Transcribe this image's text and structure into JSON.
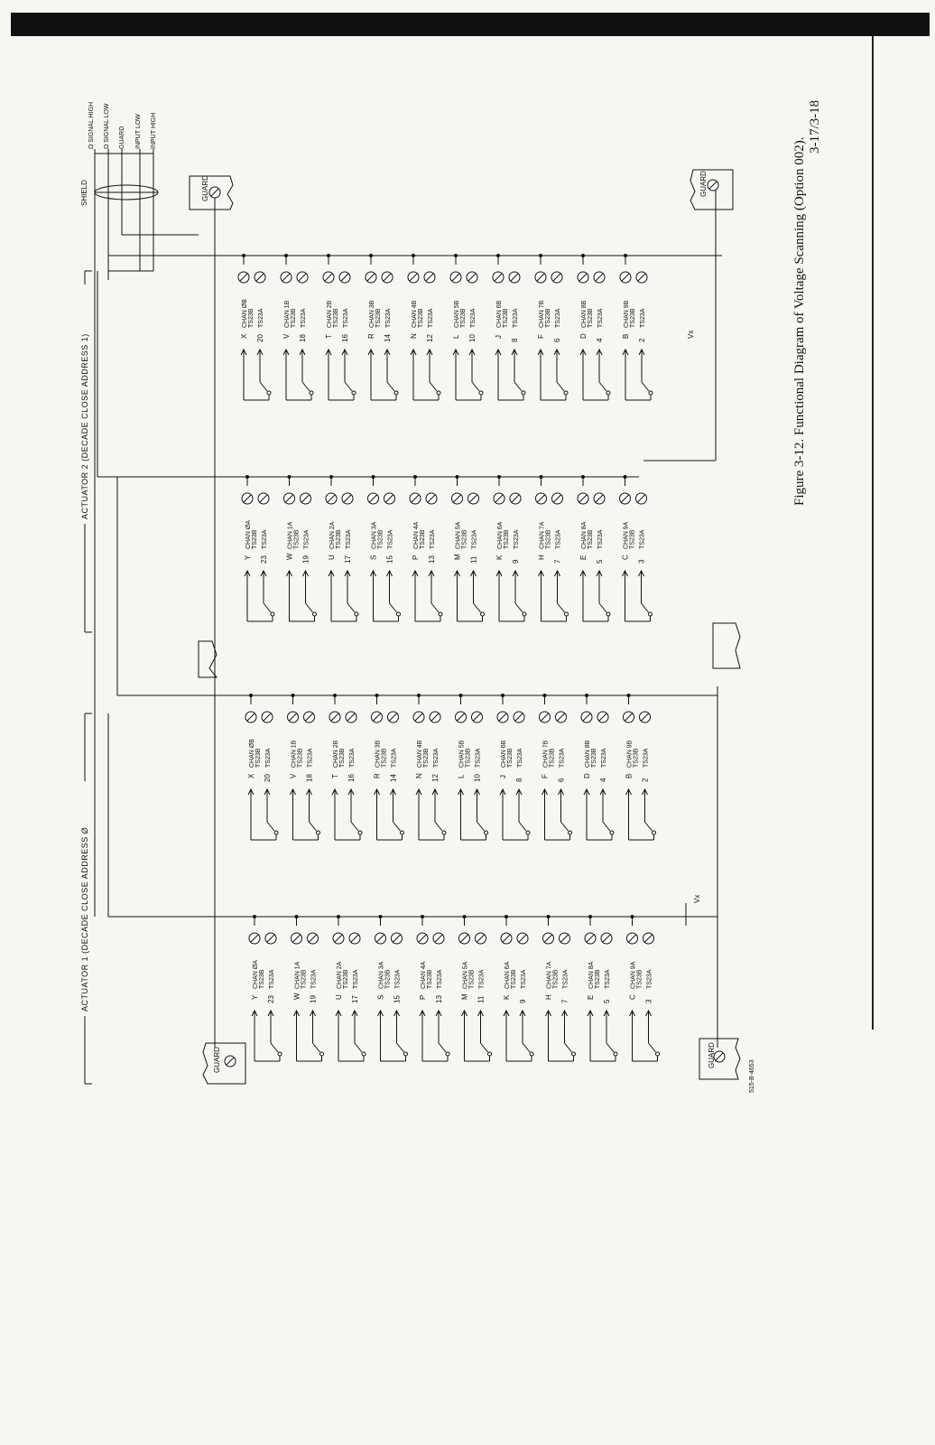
{
  "page": {
    "caption": "Figure 3-12. Functional Diagram of Voltage Scanning (Option 002).",
    "page_number": "3-17/3-18",
    "drawing_number": "515-B-4653"
  },
  "diagram": {
    "header_left": "ACTUATOR 1 (DECADE CLOSE ADDRESS Ø",
    "header_right": "ACTUATOR 2 (DECADE CLOSE ADDRESS 1)",
    "shield_label": "SHIELD",
    "guard_label": "GUARD",
    "vx_label": "Vx",
    "signals": [
      "Ω SIGNAL HIGH",
      "Ω SIGNAL LOW",
      "GUARD",
      "INPUT LOW",
      "INPUT HIGH"
    ],
    "groups": [
      {
        "channels": [
          {
            "label": "CHAN ØA",
            "tb1": "TS23B",
            "tb2": "TS23A",
            "pin1": "Y",
            "pin2": "23"
          },
          {
            "label": "CHAN 1A",
            "tb1": "TS23B",
            "tb2": "TS23A",
            "pin1": "W",
            "pin2": "19"
          },
          {
            "label": "CHAN 2A",
            "tb1": "TS23B",
            "tb2": "TS23A",
            "pin1": "U",
            "pin2": "17"
          },
          {
            "label": "CHAN 3A",
            "tb1": "TS23B",
            "tb2": "TS23A",
            "pin1": "S",
            "pin2": "15"
          },
          {
            "label": "CHAN 4A",
            "tb1": "TS23B",
            "tb2": "TS23A",
            "pin1": "P",
            "pin2": "13"
          },
          {
            "label": "CHAN 5A",
            "tb1": "TS23B",
            "tb2": "TS23A",
            "pin1": "M",
            "pin2": "11"
          },
          {
            "label": "CHAN 6A",
            "tb1": "TS23B",
            "tb2": "TS23A",
            "pin1": "K",
            "pin2": "9"
          },
          {
            "label": "CHAN 7A",
            "tb1": "TS23B",
            "tb2": "TS23A",
            "pin1": "H",
            "pin2": "7"
          },
          {
            "label": "CHAN 8A",
            "tb1": "TS23B",
            "tb2": "TS23A",
            "pin1": "E",
            "pin2": "5"
          },
          {
            "label": "CHAN 9A",
            "tb1": "TS23B",
            "tb2": "TS23A",
            "pin1": "C",
            "pin2": "3"
          }
        ]
      },
      {
        "channels": [
          {
            "label": "CHAN ØB",
            "tb1": "TS23B",
            "tb2": "TS23A",
            "pin1": "X",
            "pin2": "20"
          },
          {
            "label": "CHAN 1B",
            "tb1": "TS23B",
            "tb2": "TS23A",
            "pin1": "V",
            "pin2": "18"
          },
          {
            "label": "CHAN 2B",
            "tb1": "TS23B",
            "tb2": "TS23A",
            "pin1": "T",
            "pin2": "16"
          },
          {
            "label": "CHAN 3B",
            "tb1": "TS23B",
            "tb2": "TS23A",
            "pin1": "R",
            "pin2": "14"
          },
          {
            "label": "CHAN 4B",
            "tb1": "TS23B",
            "tb2": "TS23A",
            "pin1": "N",
            "pin2": "12"
          },
          {
            "label": "CHAN 5B",
            "tb1": "TS23B",
            "tb2": "TS23A",
            "pin1": "L",
            "pin2": "10"
          },
          {
            "label": "CHAN 6B",
            "tb1": "TS23B",
            "tb2": "TS23A",
            "pin1": "J",
            "pin2": "8"
          },
          {
            "label": "CHAN 7B",
            "tb1": "TS23B",
            "tb2": "TS23A",
            "pin1": "F",
            "pin2": "6"
          },
          {
            "label": "CHAN 8B",
            "tb1": "TS23B",
            "tb2": "TS23A",
            "pin1": "D",
            "pin2": "4"
          },
          {
            "label": "CHAN 9B",
            "tb1": "TS23B",
            "tb2": "TS23A",
            "pin1": "B",
            "pin2": "2"
          }
        ]
      },
      {
        "channels": [
          {
            "label": "CHAN ØA",
            "tb1": "TS23B",
            "tb2": "TS23A",
            "pin1": "Y",
            "pin2": "23"
          },
          {
            "label": "CHAN 1A",
            "tb1": "TS23B",
            "tb2": "TS23A",
            "pin1": "W",
            "pin2": "19"
          },
          {
            "label": "CHAN 2A",
            "tb1": "TS23B",
            "tb2": "TS23A",
            "pin1": "U",
            "pin2": "17"
          },
          {
            "label": "CHAN 3A",
            "tb1": "TS23B",
            "tb2": "TS23A",
            "pin1": "S",
            "pin2": "15"
          },
          {
            "label": "CHAN 4A",
            "tb1": "TS23B",
            "tb2": "TS23A",
            "pin1": "P",
            "pin2": "13"
          },
          {
            "label": "CHAN 5A",
            "tb1": "TS23B",
            "tb2": "TS23A",
            "pin1": "M",
            "pin2": "11"
          },
          {
            "label": "CHAN 6A",
            "tb1": "TS23B",
            "tb2": "TS23A",
            "pin1": "K",
            "pin2": "9"
          },
          {
            "label": "CHAN 7A",
            "tb1": "TS23B",
            "tb2": "TS23A",
            "pin1": "H",
            "pin2": "7"
          },
          {
            "label": "CHAN 8A",
            "tb1": "TS23B",
            "tb2": "TS23A",
            "pin1": "E",
            "pin2": "5"
          },
          {
            "label": "CHAN 9A",
            "tb1": "TS23B",
            "tb2": "TS23A",
            "pin1": "C",
            "pin2": "3"
          }
        ]
      },
      {
        "channels": [
          {
            "label": "CHAN ØB",
            "tb1": "TS23B",
            "tb2": "TS23A",
            "pin1": "X",
            "pin2": "20"
          },
          {
            "label": "CHAN 1B",
            "tb1": "TS23B",
            "tb2": "TS23A",
            "pin1": "V",
            "pin2": "18"
          },
          {
            "label": "CHAN 2B",
            "tb1": "TS23B",
            "tb2": "TS23A",
            "pin1": "T",
            "pin2": "16"
          },
          {
            "label": "CHAN 3B",
            "tb1": "TS23B",
            "tb2": "TS23A",
            "pin1": "R",
            "pin2": "14"
          },
          {
            "label": "CHAN 4B",
            "tb1": "TS23B",
            "tb2": "TS23A",
            "pin1": "N",
            "pin2": "12"
          },
          {
            "label": "CHAN 5B",
            "tb1": "TS23B",
            "tb2": "TS23A",
            "pin1": "L",
            "pin2": "10"
          },
          {
            "label": "CHAN 6B",
            "tb1": "TS23B",
            "tb2": "TS23A",
            "pin1": "J",
            "pin2": "8"
          },
          {
            "label": "CHAN 7B",
            "tb1": "TS23B",
            "tb2": "TS23A",
            "pin1": "F",
            "pin2": "6"
          },
          {
            "label": "CHAN 8B",
            "tb1": "TS23B",
            "tb2": "TS23A",
            "pin1": "D",
            "pin2": "4"
          },
          {
            "label": "CHAN 9B",
            "tb1": "TS23B",
            "tb2": "TS23A",
            "pin1": "B",
            "pin2": "2"
          }
        ]
      }
    ]
  }
}
